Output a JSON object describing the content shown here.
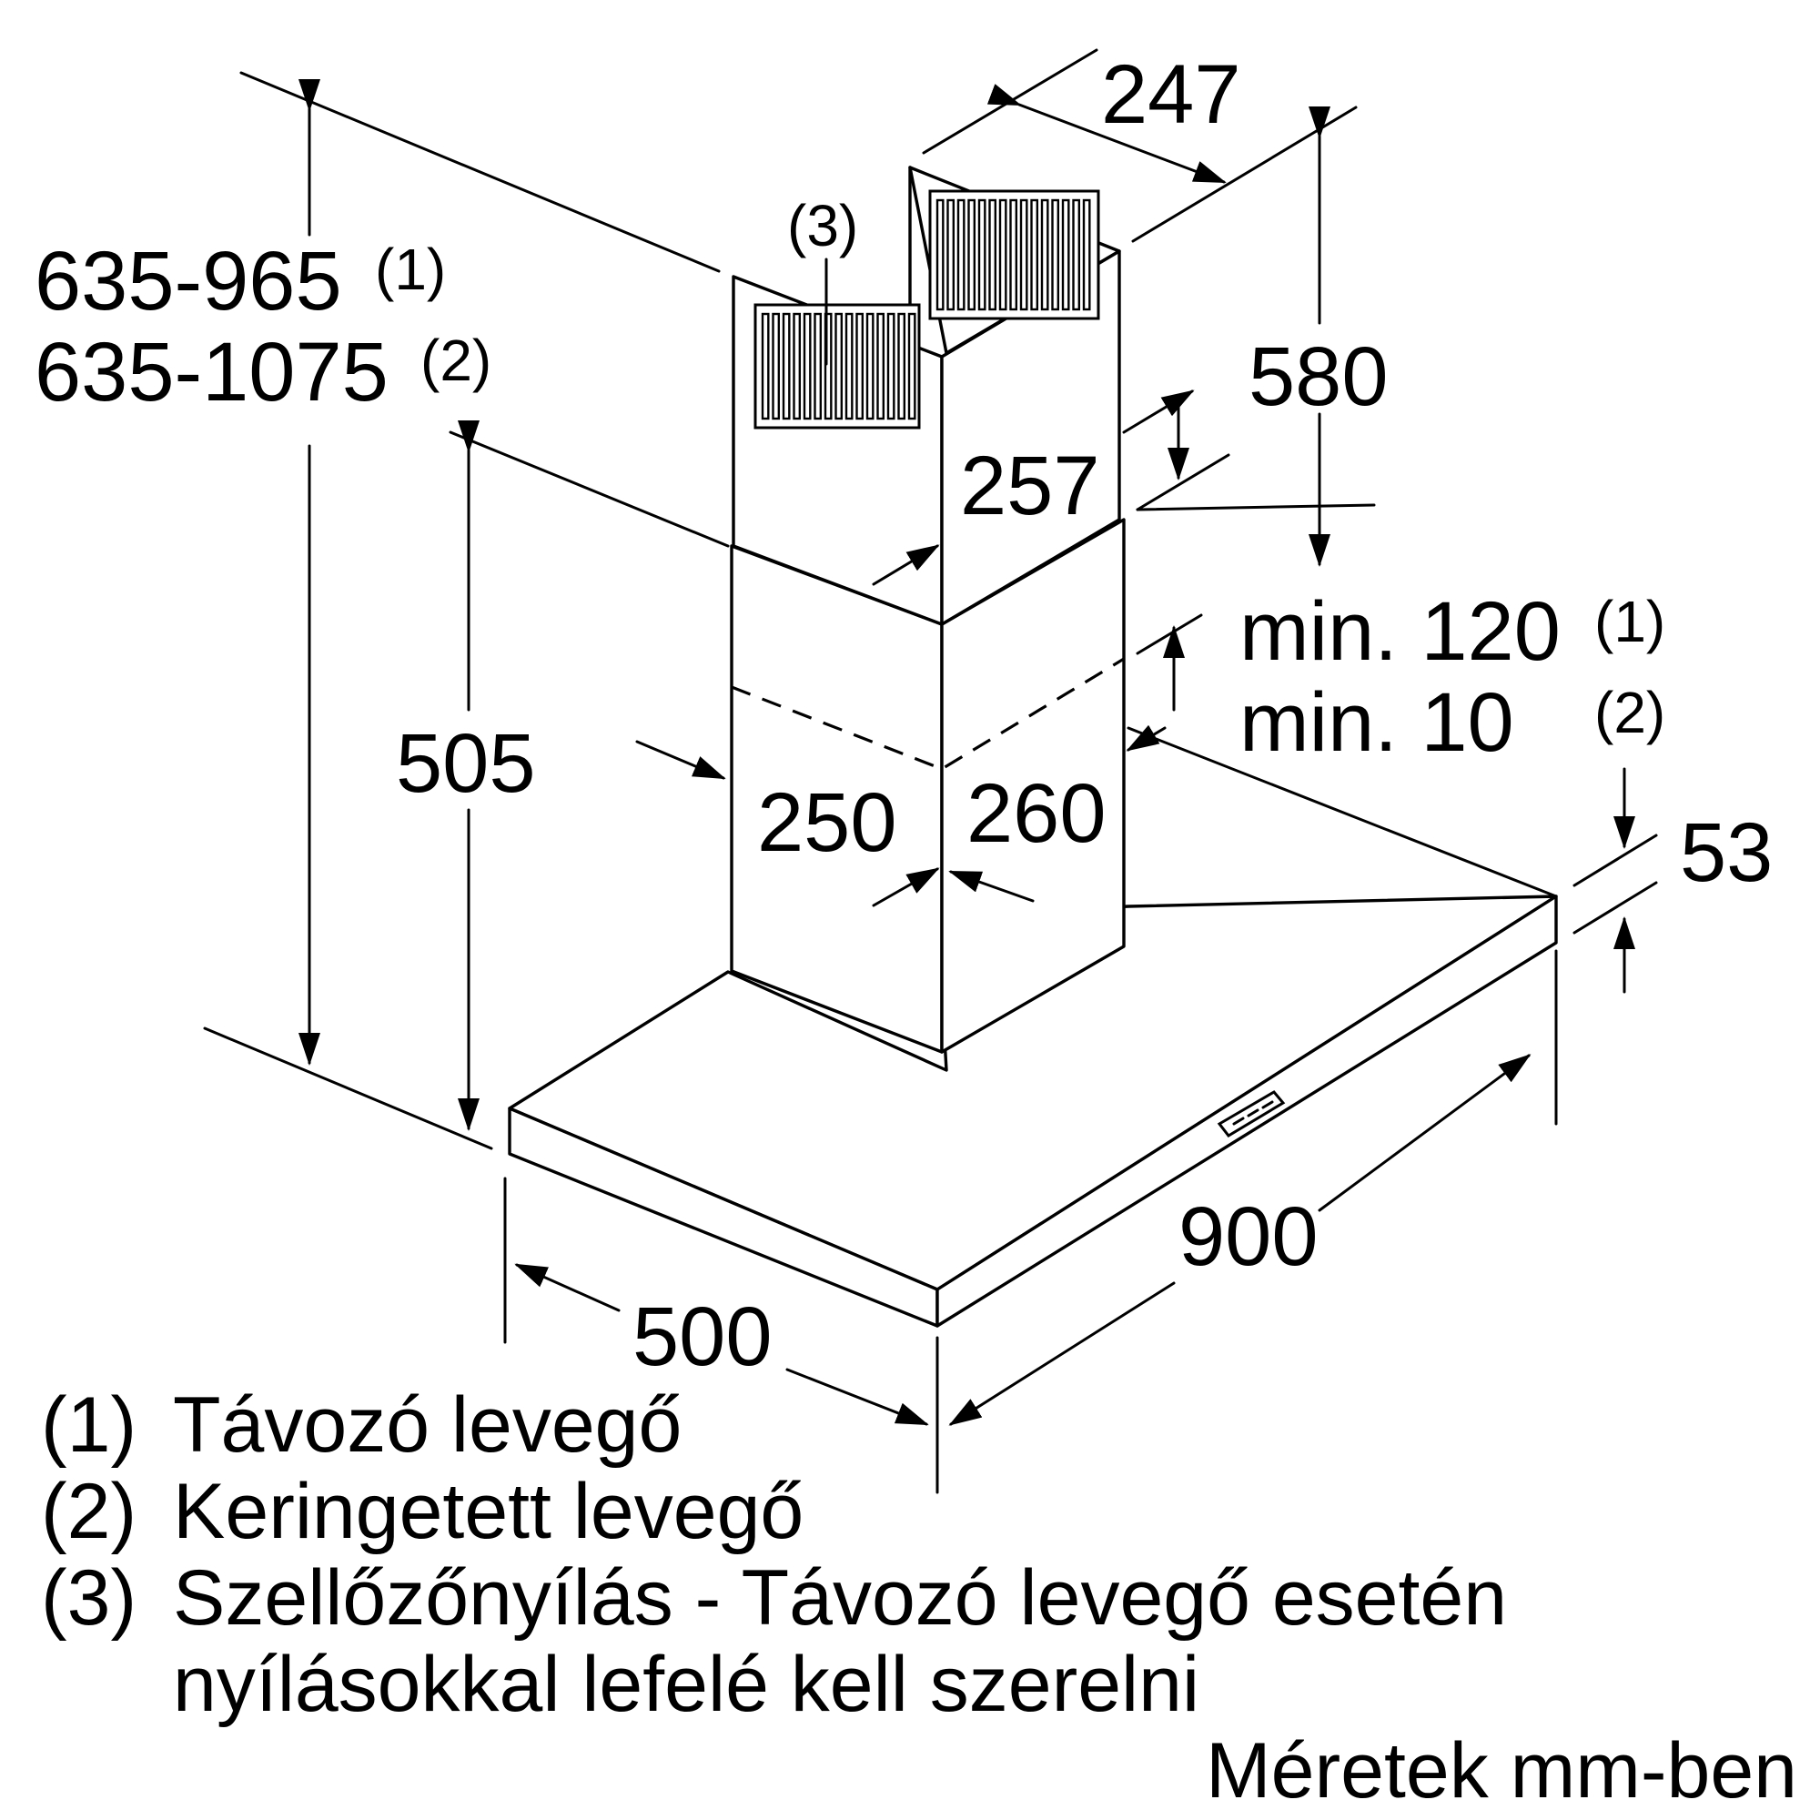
{
  "dimensions": {
    "total_height_1": "635-965",
    "total_height_1_ref": "(1)",
    "total_height_2": "635-1075",
    "total_height_2_ref": "(2)",
    "chimney_depth_top": "247",
    "chimney_upper_height": "580",
    "chimney_upper_width": "257",
    "chimney_lower_height": "505",
    "chimney_lower_depth": "250",
    "chimney_lower_width": "260",
    "clearance_1": "min. 120",
    "clearance_1_ref": "(1)",
    "clearance_2": "min. 10",
    "clearance_2_ref": "(2)",
    "canopy_thickness": "53",
    "canopy_width": "900",
    "canopy_depth": "500",
    "vent_ref": "(3)"
  },
  "legend": [
    {
      "ref": "(1)",
      "text": "Távozó levegő"
    },
    {
      "ref": "(2)",
      "text": "Keringetett levegő"
    },
    {
      "ref": "(3)",
      "text": "Szellőzőnyílás - Távozó levegő esetén"
    },
    {
      "ref": "",
      "text": "nyílásokkal lefelé kell szerelni"
    }
  ],
  "units_note": "Méretek mm-ben"
}
